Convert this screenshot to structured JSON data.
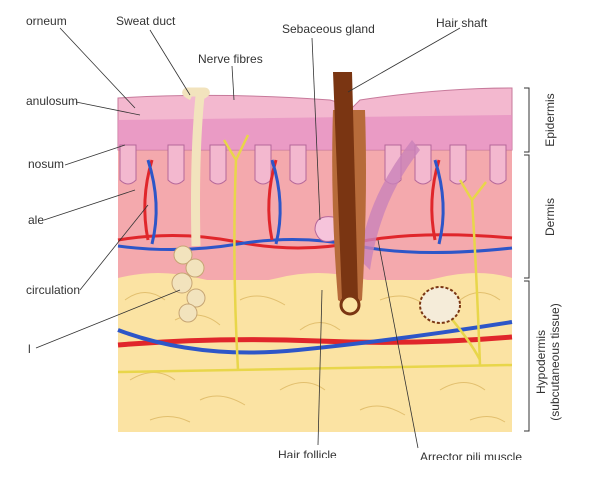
{
  "labels": {
    "stratum_corneum": "orneum",
    "sweat_duct": "Sweat duct",
    "sebaceous_gland": "Sebaceous gland",
    "hair_shaft": "Hair shaft",
    "nerve_fibres": "Nerve fibres",
    "stratum_granulosum": "anulosum",
    "stratum_spinosum": "nosum",
    "stratum_basale": "ale",
    "circulation": "circulation",
    "sweat_gland": "l",
    "hair_follicle": "Hair follicle",
    "arrector_pili": "Arrector pili muscle"
  },
  "layers": {
    "epidermis": "Epidermis",
    "dermis": "Dermis",
    "hypodermis": "Hypodermis",
    "hypodermis_sub": "(subcutaneous tissue)"
  },
  "colors": {
    "epidermis": "#f3b8cf",
    "basal": "#e58fc0",
    "dermis": "#f4a9ad",
    "fat": "#fbe3a3",
    "artery": "#e0262b",
    "vein": "#2d56c8",
    "hair": "#7a3512",
    "nerve": "#e8d64a"
  }
}
